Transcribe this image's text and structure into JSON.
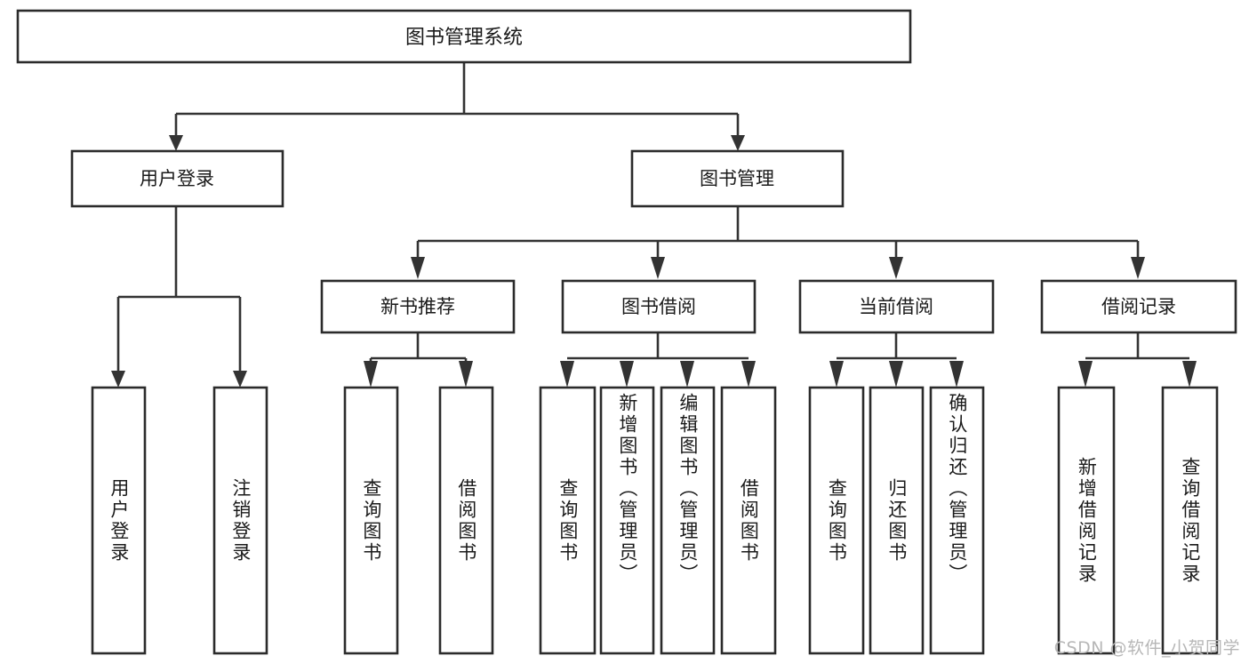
{
  "diagram": {
    "type": "tree-hierarchy",
    "title": "图书管理系统",
    "watermark": "CSDN @软件_小贺同学",
    "colors": {
      "box_stroke": "#2b2b2b",
      "connector": "#333333",
      "background": "#ffffff",
      "text": "#1a1a1a",
      "watermark": "#b7b7b7"
    },
    "root": {
      "label": "图书管理系统"
    },
    "level2": [
      {
        "id": "user-login",
        "label": "用户登录"
      },
      {
        "id": "book-management",
        "label": "图书管理"
      }
    ],
    "level3": [
      {
        "id": "new-book-recommend",
        "label": "新书推荐",
        "parent": "book-management"
      },
      {
        "id": "book-borrow",
        "label": "图书借阅",
        "parent": "book-management"
      },
      {
        "id": "current-borrow",
        "label": "当前借阅",
        "parent": "book-management"
      },
      {
        "id": "borrow-record",
        "label": "借阅记录",
        "parent": "book-management"
      }
    ],
    "leaves": [
      {
        "id": "leaf-user-login",
        "label": "用户登录",
        "parent": "user-login"
      },
      {
        "id": "leaf-logout-login",
        "label": "注销登录",
        "parent": "user-login"
      },
      {
        "id": "leaf-query-book-1",
        "label": "查询图书",
        "parent": "new-book-recommend"
      },
      {
        "id": "leaf-borrow-book-1",
        "label": "借阅图书",
        "parent": "new-book-recommend"
      },
      {
        "id": "leaf-query-book-2",
        "label": "查询图书",
        "parent": "book-borrow"
      },
      {
        "id": "leaf-add-book",
        "label": "新增图书（管理员）",
        "parent": "book-borrow"
      },
      {
        "id": "leaf-edit-book",
        "label": "编辑图书（管理员）",
        "parent": "book-borrow"
      },
      {
        "id": "leaf-borrow-book-2",
        "label": "借阅图书",
        "parent": "book-borrow"
      },
      {
        "id": "leaf-query-book-3",
        "label": "查询图书",
        "parent": "current-borrow"
      },
      {
        "id": "leaf-return-book",
        "label": "归还图书",
        "parent": "current-borrow"
      },
      {
        "id": "leaf-confirm-return",
        "label": "确认归还（管理员）",
        "parent": "current-borrow"
      },
      {
        "id": "leaf-add-record",
        "label": "新增借阅记录",
        "parent": "borrow-record"
      },
      {
        "id": "leaf-query-record",
        "label": "查询借阅记录",
        "parent": "borrow-record"
      }
    ]
  }
}
